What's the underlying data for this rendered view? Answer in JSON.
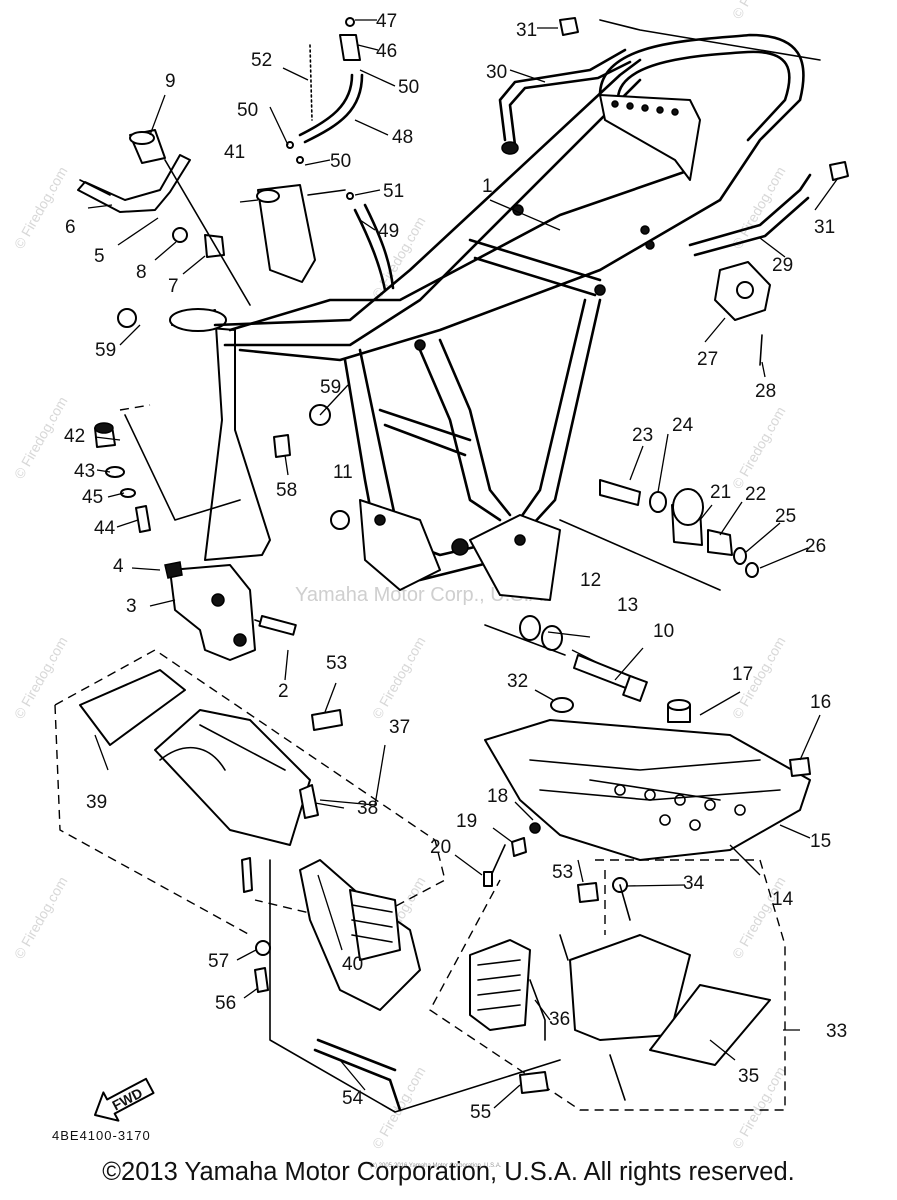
{
  "diagram": {
    "part_numbers": [
      "1",
      "2",
      "3",
      "4",
      "5",
      "6",
      "7",
      "8",
      "9",
      "10",
      "11",
      "12",
      "13",
      "14",
      "15",
      "16",
      "17",
      "18",
      "19",
      "20",
      "21",
      "22",
      "23",
      "24",
      "25",
      "26",
      "27",
      "28",
      "29",
      "30",
      "31",
      "31",
      "32",
      "33",
      "34",
      "35",
      "36",
      "37",
      "38",
      "39",
      "40",
      "41",
      "42",
      "43",
      "44",
      "45",
      "46",
      "47",
      "48",
      "49",
      "50",
      "50",
      "50",
      "51",
      "52",
      "53",
      "53",
      "54",
      "55",
      "56",
      "57",
      "58",
      "59",
      "59"
    ],
    "drawing_code": "4BE4100-3170",
    "fwd_label": "FWD",
    "center_watermark": "Yamaha Motor Corp., U.S.A.",
    "site_watermark": "© Firedog.com",
    "fine_print": "(c) 2005-2016 Yamaha Motor Corporation, U.S.A."
  },
  "footer": {
    "copyright": "©2013 Yamaha Motor Corporation, U.S.A. All rights reserved."
  }
}
